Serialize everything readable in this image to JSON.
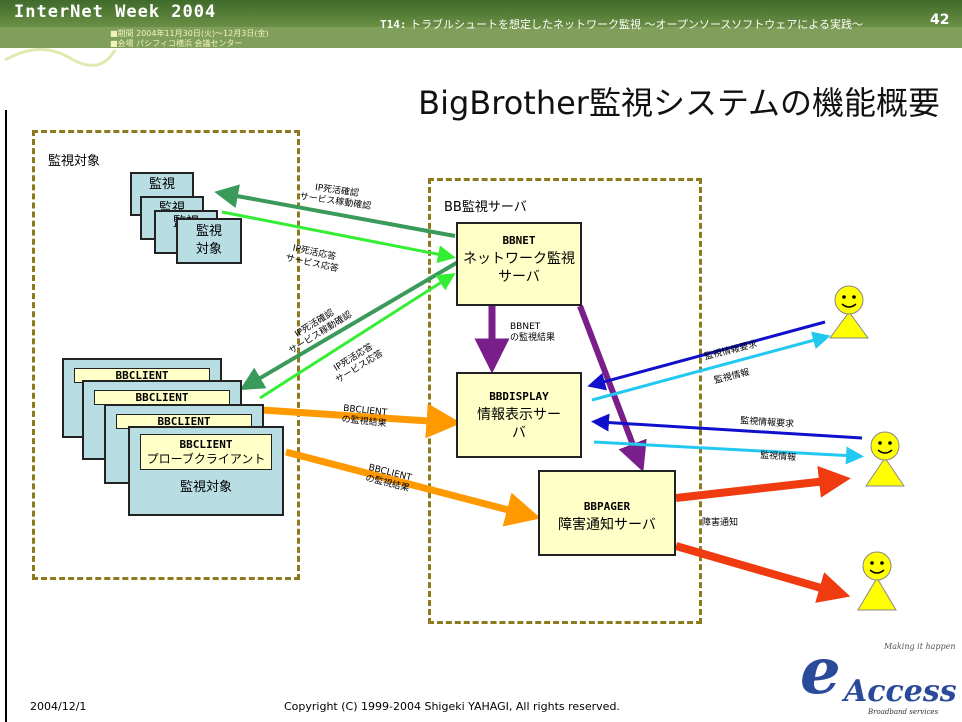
{
  "header": {
    "logo": "InterNet Week 2004",
    "sub_line1": "■期間 2004年11月30日(火)～12月3日(金)",
    "sub_line2": "■会場 パシフィコ横浜 会議センター",
    "session_code": "T14:",
    "session_title": "トラブルシュートを想定したネットワーク監視 ～オープンソースソフトウェアによる実践～",
    "page_number": "42"
  },
  "title": "BigBrother監視システムの機能概要",
  "regions": {
    "target_label": "監視対象",
    "server_label": "BB監視サーバ"
  },
  "targets": {
    "stack": [
      "監視",
      "監視",
      "監視"
    ],
    "front": [
      "監視",
      "対象"
    ]
  },
  "clients": {
    "labels": [
      "BBCLIENT",
      "BBCLIENT",
      "BBCLIENT"
    ],
    "front_title": "BBCLIENT",
    "front_desc": "プローブクライアント",
    "front_footer": "監視対象"
  },
  "servers": {
    "bbnet": {
      "name": "BBNET",
      "line1": "ネットワーク監視",
      "line2": "サーバ"
    },
    "bbdisplay": {
      "name": "BBDISPLAY",
      "line1": "情報表示サー",
      "line2": "バ"
    },
    "bbpager": {
      "name": "BBPAGER",
      "line1": "障害通知サーバ"
    }
  },
  "annotations": {
    "ip_check_top": [
      "IP死活確認",
      "サービス稼動確認"
    ],
    "ip_resp_top": [
      "IP死活応答",
      "サービス応答"
    ],
    "ip_check_mid": [
      "IP死活確認",
      "サービス稼動確認"
    ],
    "ip_resp_mid": [
      "IP死活応答",
      "サービス応答"
    ],
    "bbnet_result": [
      "BBNET",
      "の監視結果"
    ],
    "client_result1": [
      "BBCLIENT",
      "の監視結果"
    ],
    "client_result2": [
      "BBCLIENT",
      "の監視結果"
    ],
    "info_request1": "監視情報要求",
    "info1": "監視情報",
    "info_request2": "監視情報要求",
    "info2": "監視情報",
    "fault_notice": "障害通知"
  },
  "footer": {
    "date": "2004/12/1",
    "copyright": "Copyright (C) 1999-2004 Shigeki YAHAGI, All rights reserved.",
    "brand_tagline": "Making it happen",
    "brand_name": "Access",
    "brand_sub": "Broadband services"
  },
  "colors": {
    "green_dark": "#3a9a5a",
    "green_light": "#33ee33",
    "purple": "#7a1e8c",
    "blue": "#1010cc",
    "cyan": "#22c8f0",
    "orange": "#ff9900",
    "red": "#f03a10",
    "region_border": "#8c7a1c"
  }
}
